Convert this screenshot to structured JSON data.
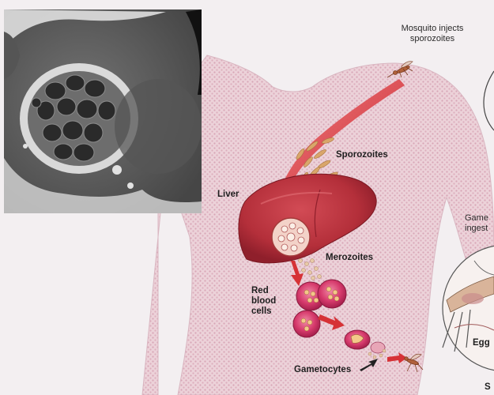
{
  "labels": {
    "mosquito_injects": "Mosquito injects\nsporozoites",
    "sporozoites": "Sporozoites",
    "liver": "Liver",
    "merozoites": "Merozoites",
    "red_blood_cells": "Red\nblood\ncells",
    "gametocytes": "Gametocytes",
    "game_ingest_partial": "Game\ningest",
    "eggs_partial": "Egg",
    "s_partial": "S"
  },
  "colors": {
    "background": "#f4f1f2",
    "body": "#e9c9d2",
    "body_dots": "#d7a2b4",
    "liver": "#b8323c",
    "liver_highlight": "#d4555c",
    "arrow": "#d63236",
    "rbc": "#d4376a",
    "micrograph_dark": "#2a2a2a",
    "micrograph_light": "#bdbdbd"
  }
}
